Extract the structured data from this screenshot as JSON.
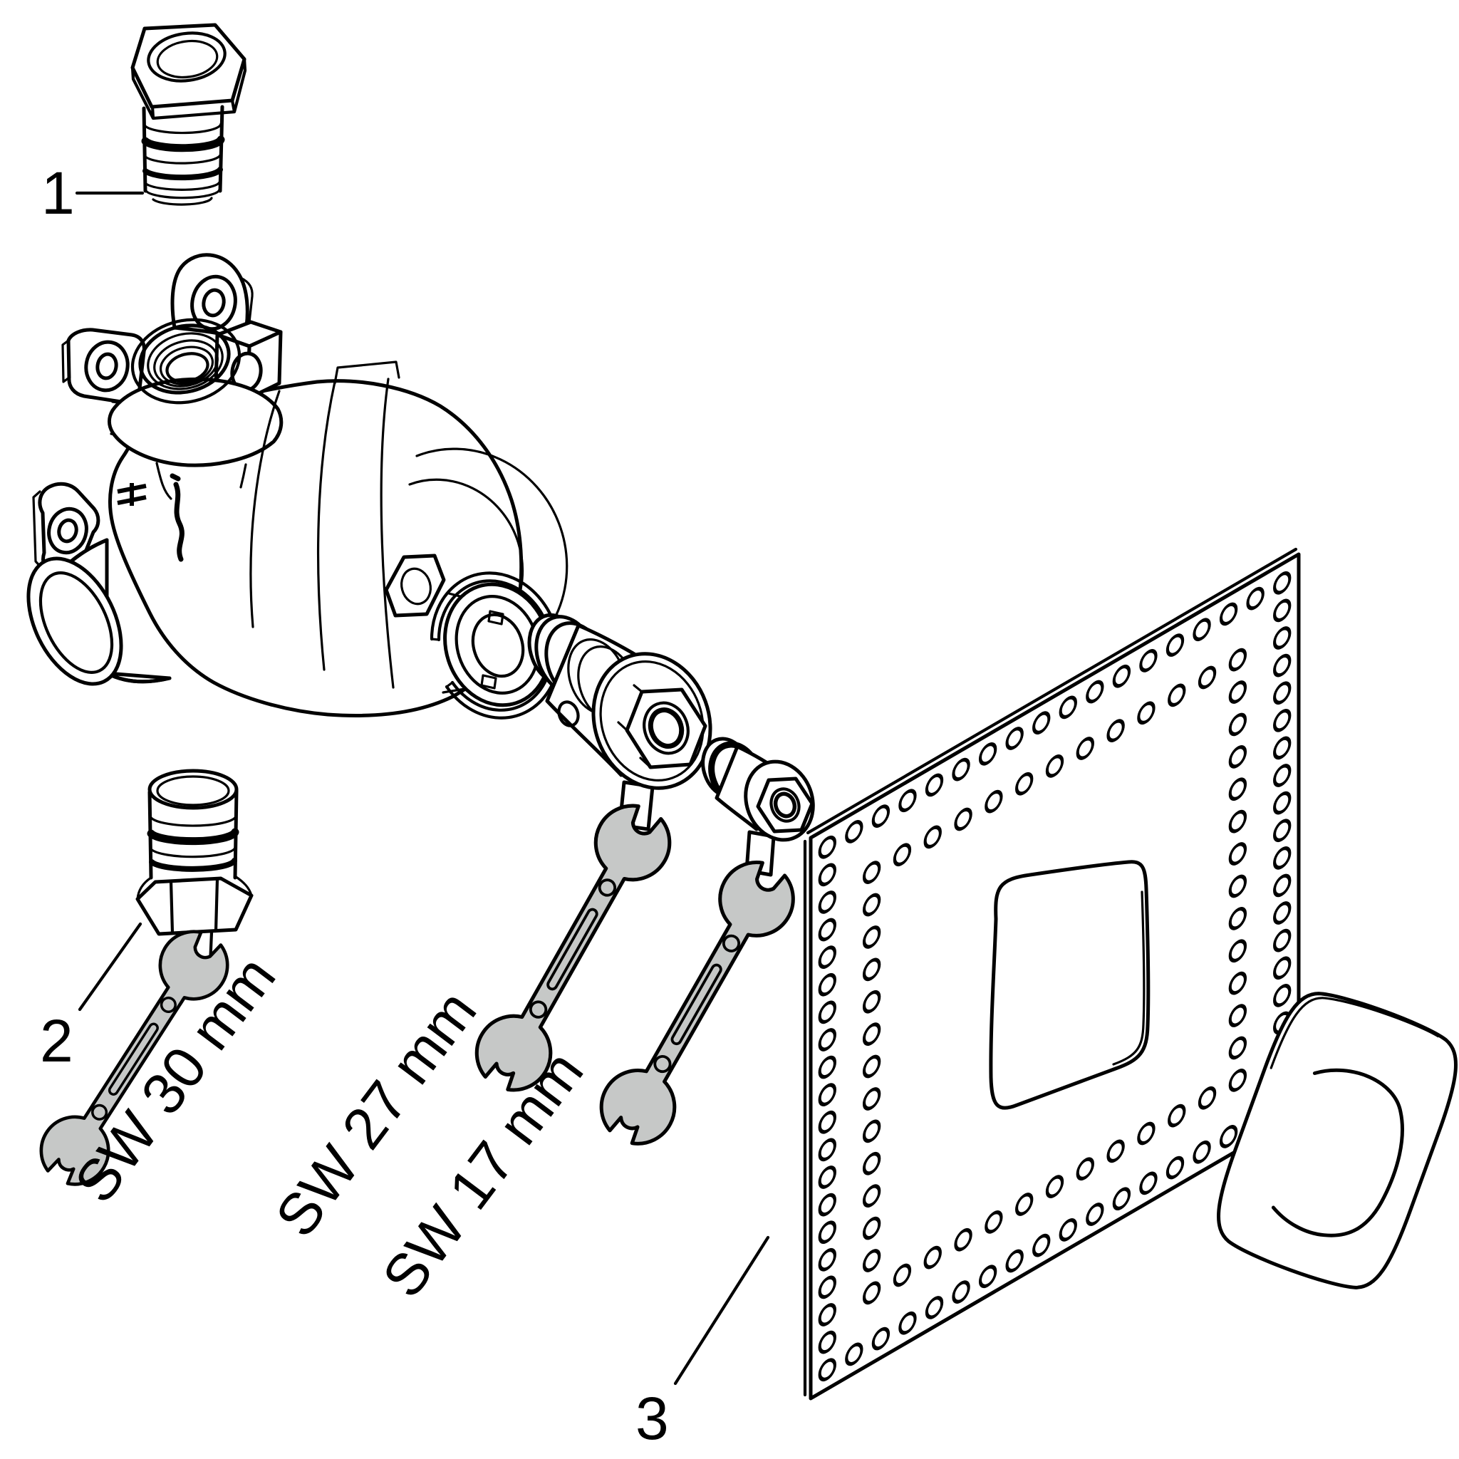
{
  "diagram": {
    "background": "#ffffff",
    "line_color": "#000000",
    "tool_fill": "#c6c8c7",
    "callouts": [
      {
        "number": "1"
      },
      {
        "number": "2"
      },
      {
        "number": "3"
      }
    ],
    "tool_labels": {
      "wrench_30": "SW 30 mm",
      "wrench_27": "SW 27 mm",
      "wrench_17": "SW 17 mm"
    },
    "icons": {
      "wrench": "open-end-wrench-icon",
      "valve": "rough-in-valve-body",
      "plate": "perforated-seal-plate",
      "cap": "cover-escutcheon"
    }
  }
}
